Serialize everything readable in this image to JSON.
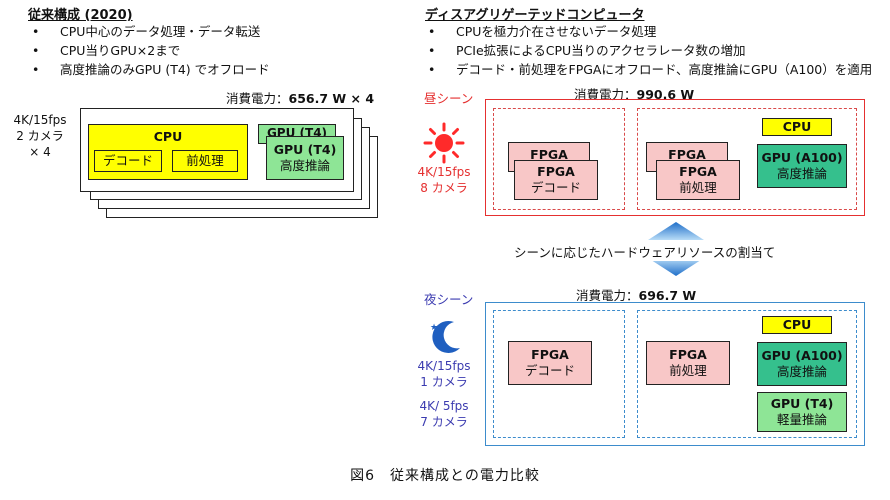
{
  "left": {
    "title": "従来構成 (2020)",
    "bullets": [
      "CPU中心のデータ処理・データ転送",
      "CPU当りGPU×2まで",
      "高度推論のみGPU (T4) でオフロード"
    ],
    "power_label": "消費電力：",
    "power_value": "656.7 W × 4",
    "camera": [
      "4K/15fps",
      "2 カメラ",
      "× 4"
    ],
    "cpu": "CPU",
    "decode": "デコード",
    "preprocess": "前処理",
    "gpu_back": "GPU (T4)",
    "gpu": "GPU (T4)",
    "gpu_sub": "高度推論"
  },
  "right": {
    "title": "ディスアグリゲーテッドコンピュータ",
    "bullets": [
      "CPUを極力介在させないデータ処理",
      "PCIe拡張によるCPU当りのアクセラレータ数の増加",
      "デコード・前処理をFPGAにオフロード、高度推論にGPU（A100）を適用"
    ],
    "day": {
      "label": "昼シーン",
      "power_label": "消費電力：",
      "power_value": "990.6 W",
      "camera": [
        "4K/15fps",
        "8 カメラ"
      ],
      "fpga": "FPGA",
      "decode": "デコード",
      "preprocess": "前処理",
      "cpu": "CPU",
      "gpu": "GPU (A100)",
      "gpu_sub": "高度推論"
    },
    "arrow_label": "シーンに応じたハードウェアリソースの割当て",
    "night": {
      "label": "夜シーン",
      "power_label": "消費電力：",
      "power_value": "696.7 W",
      "camera1": [
        "4K/15fps",
        "1 カメラ"
      ],
      "camera2": [
        "4K/  5fps",
        "7 カメラ"
      ],
      "fpga": "FPGA",
      "decode": "デコード",
      "preprocess": "前処理",
      "cpu": "CPU",
      "gpu": "GPU (A100)",
      "gpu_sub": "高度推論",
      "gpu2": "GPU (T4)",
      "gpu2_sub": "軽量推論"
    }
  },
  "caption": "図6　従来構成との電力比較",
  "colors": {
    "day": "#e53030",
    "night": "#3b3bb0",
    "sun": "#ff2a2a",
    "moon": "#1f5fc0",
    "arrow": "#2e86d6"
  }
}
